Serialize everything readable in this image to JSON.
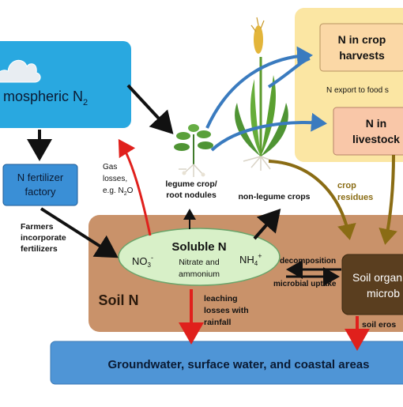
{
  "atmosphere": {
    "label_main": "mospheric N",
    "label_sub": "2"
  },
  "factory": {
    "line1": "N fertilizer",
    "line2": "factory"
  },
  "farmers": {
    "line1": "Farmers",
    "line2": "incorporate",
    "line3": "fertilizers"
  },
  "gas_losses": {
    "line1": "Gas",
    "line2": "losses,",
    "line3": "e.g. N",
    "sub": "2",
    "tail": "O"
  },
  "legume": {
    "line1": "legume crop/",
    "line2": "root nodules"
  },
  "nonlegume": {
    "label": "non-legume crops"
  },
  "crop_harvests": {
    "line1": "N in crop",
    "line2": "harvests"
  },
  "export": {
    "label": "N export to food s"
  },
  "livestock": {
    "line1": "N in",
    "line2": "livestock"
  },
  "crop_residues": {
    "line1": "crop",
    "line2": "residues"
  },
  "soil": {
    "label": "Soil N"
  },
  "soluble": {
    "title": "Soluble N",
    "line1": "Nitrate and",
    "line2": "ammonium",
    "nitrate_main": "NO",
    "nitrate_sub": "3",
    "nitrate_sup": "-",
    "ammonium_main": "NH",
    "ammonium_sub": "4",
    "ammonium_sup": "+"
  },
  "decomposition": {
    "label": "decomposition"
  },
  "microbial_uptake": {
    "label": "microbial uptake"
  },
  "soil_organic": {
    "line1": "Soil organ",
    "line2": "microb"
  },
  "leaching": {
    "line1": "leaching",
    "line2": "losses with",
    "line3": "rainfall"
  },
  "soil_erosion": {
    "label": "soil eros"
  },
  "groundwater": {
    "label": "Groundwater, surface water, and coastal areas"
  },
  "colors": {
    "atmosphere_fill": "#29a8e0",
    "factory_fill": "#3a8fd6",
    "soil_fill": "#c9926a",
    "soluble_fill": "#d8f0c8",
    "groundwater_fill": "#4f95d6",
    "yellow_panel": "#fbe6a3",
    "harvest_fill": "#fbd8a6",
    "livestock_fill": "#f9c7a8",
    "organic_fill": "#5a3e1f",
    "arrow_black": "#111111",
    "arrow_red": "#e0201c",
    "arrow_blue": "#3a7bbf",
    "arrow_olive": "#8a6c14"
  }
}
